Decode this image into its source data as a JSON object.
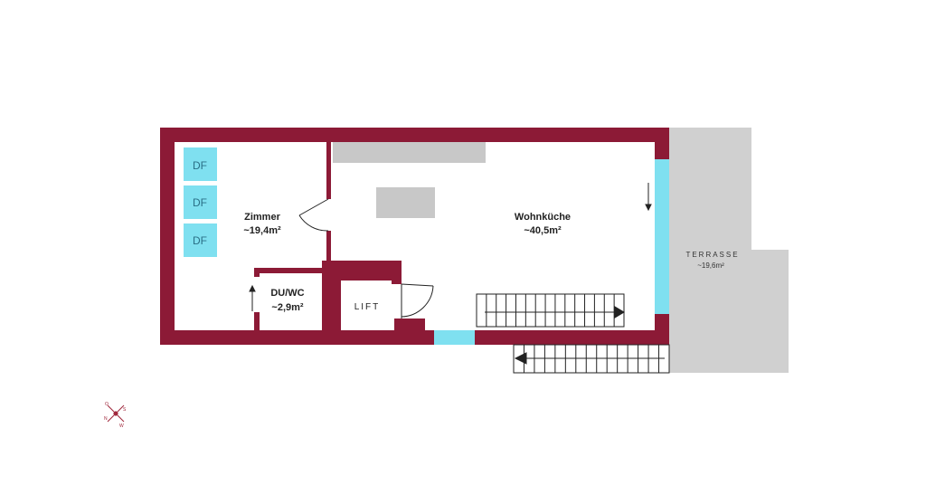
{
  "plan": {
    "colors": {
      "wall": "#8c1a36",
      "window": "#7fe0f0",
      "furniture": "#c8c8c8",
      "terrace": "#d0d0d0",
      "stairs": "#222222"
    },
    "rooms": {
      "zimmer": {
        "name": "Zimmer",
        "area": "~19,4m²"
      },
      "duwc": {
        "name": "DU/WC",
        "area": "~2,9m²"
      },
      "wohnkueche": {
        "name": "Wohnküche",
        "area": "~40,5m²"
      },
      "lift": {
        "name": "LIFT"
      },
      "terrasse": {
        "name": "TERRASSE",
        "area": "~19,6m²"
      }
    },
    "skylights": [
      "DF",
      "DF",
      "DF"
    ],
    "compass": {
      "icon": "compass-rose-icon"
    }
  }
}
